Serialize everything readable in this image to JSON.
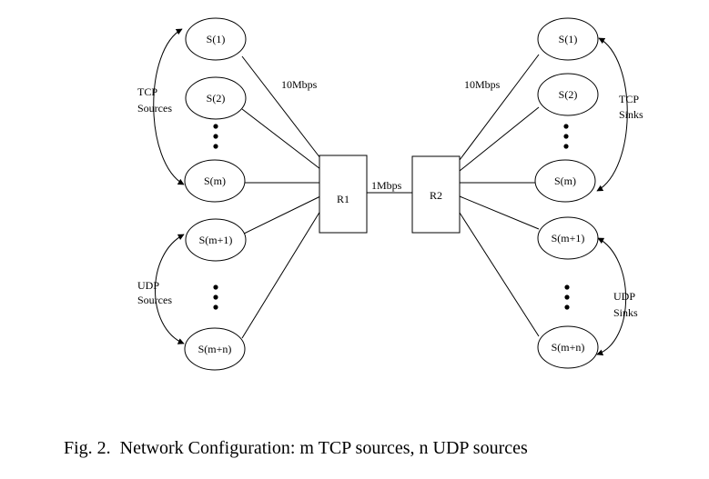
{
  "left_nodes": [
    "S(1)",
    "S(2)",
    "S(m)",
    "S(m+1)",
    "S(m+n)"
  ],
  "right_nodes": [
    "S(1)",
    "S(2)",
    "S(m)",
    "S(m+1)",
    "S(m+n)"
  ],
  "routers": {
    "r1": "R1",
    "r2": "R2"
  },
  "bandwidth": {
    "left_access": "10Mbps",
    "right_access": "10Mbps",
    "bottleneck": "1Mbps"
  },
  "groups": {
    "tcp_sources": [
      "TCP",
      "Sources"
    ],
    "udp_sources": [
      "UDP",
      "Sources"
    ],
    "tcp_sinks": [
      "TCP",
      "Sinks"
    ],
    "udp_sinks": [
      "UDP",
      "Sinks"
    ]
  },
  "caption": "Fig. 2.  Network Configuration: m TCP sources, n UDP sources"
}
